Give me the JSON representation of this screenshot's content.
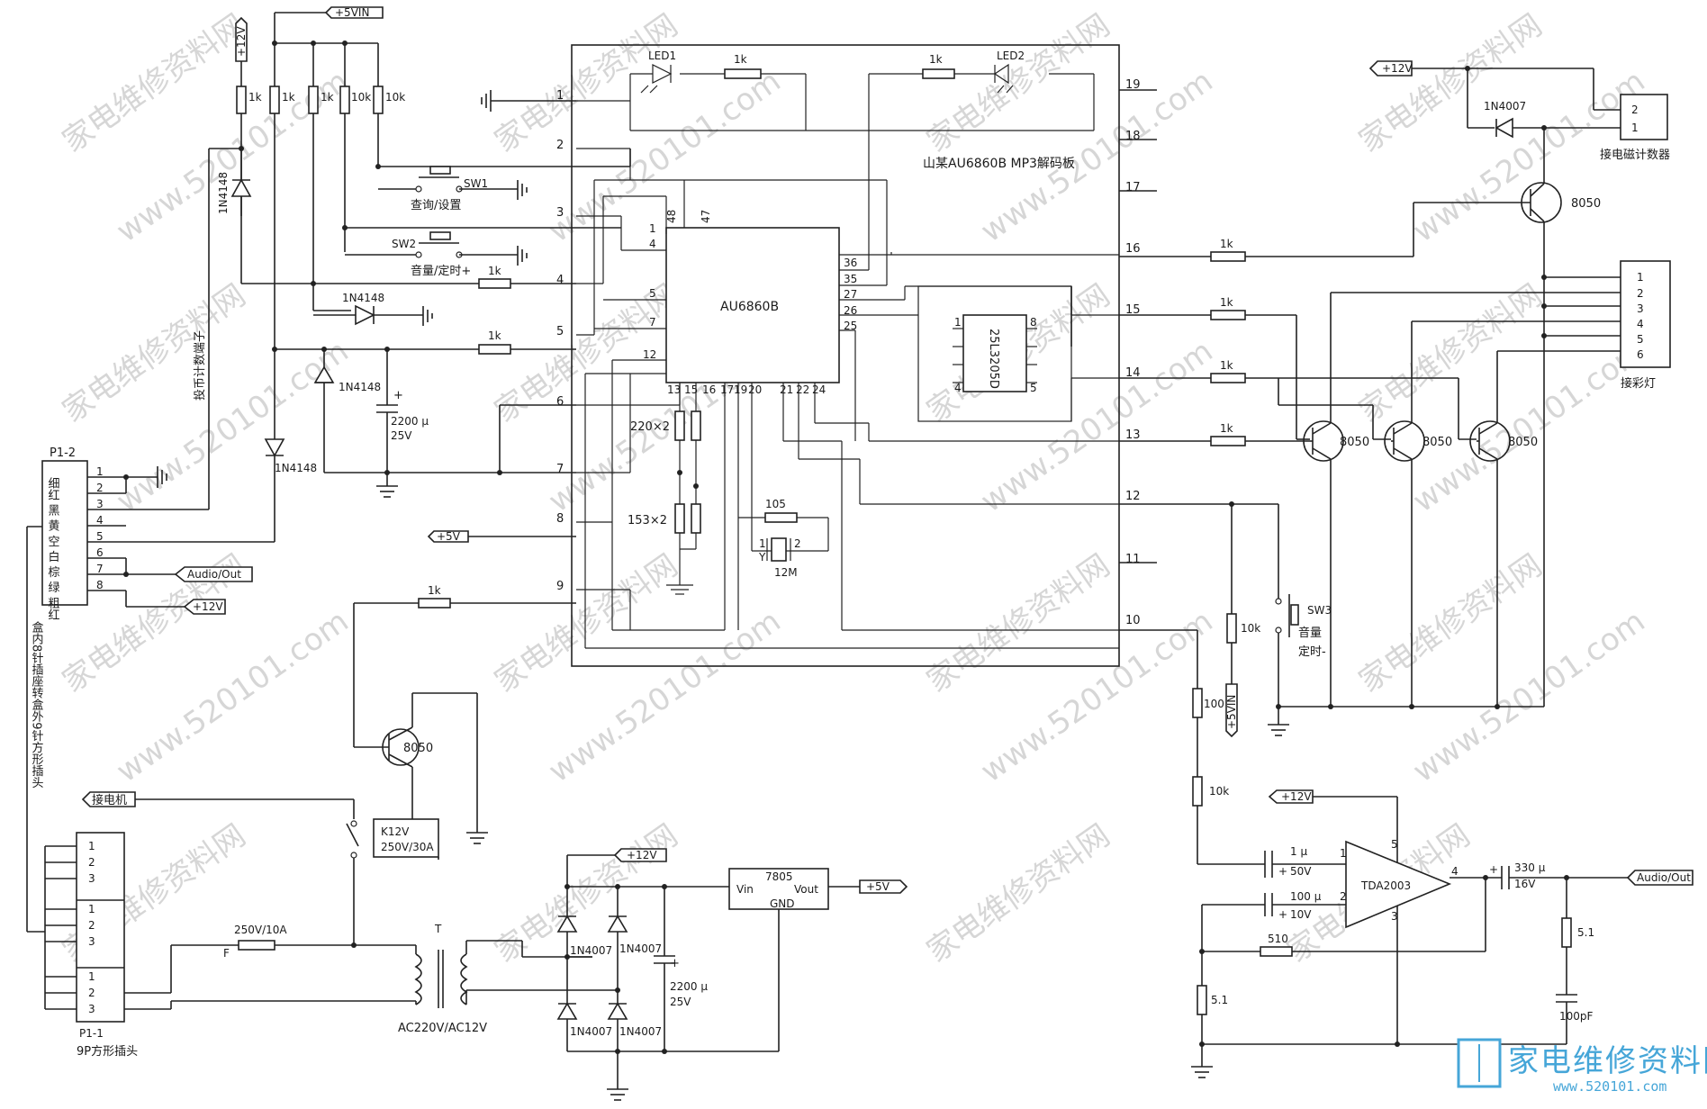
{
  "board": {
    "title": "山某AU6860B MP3解码板",
    "ic_label": "AU6860B",
    "ic_pins": {
      "p1": "1",
      "p48": "48",
      "p47": "47",
      "p4": "4",
      "p5": "5",
      "p7": "7",
      "p12": "12",
      "p13": "13",
      "p15": "15",
      "p16": "16",
      "p17": "17",
      "p19": "19",
      "p20": "20",
      "p21": "21",
      "p22": "22",
      "p24": "24",
      "p36": "36",
      "p35": "35",
      "p27": "27",
      "p26": "26",
      "p25": "25"
    },
    "edge_left": [
      "1",
      "2",
      "3",
      "4",
      "5",
      "6",
      "7",
      "8",
      "9"
    ],
    "edge_right": [
      "19",
      "18",
      "17",
      "16",
      "15",
      "14",
      "13",
      "12",
      "11",
      "10"
    ],
    "eeprom": {
      "label": "25L3205D",
      "p1": "1",
      "p4": "4",
      "p8": "8",
      "p5": "5"
    }
  },
  "labels": {
    "v5in_top": "+5VIN",
    "v12_top": "+12V",
    "r1k_a": "1k",
    "r1k_b": "1k",
    "r1k_c": "1k",
    "r10k_a": "10k",
    "r10k_b": "10k",
    "led1": "LED1",
    "led2": "LED2",
    "led1_r": "1k",
    "led2_r": "1k",
    "sw1": "SW1",
    "sw1_text": "查询/设置",
    "sw2": "SW2",
    "sw2_text": "音量/定时+",
    "sw2_r": "1k",
    "d_1n4148_a": "1N4148",
    "d_1n4148_b": "1N4148",
    "d_1n4148_c": "1N4148",
    "d_1n4148_d": "1N4148",
    "r5": "1k",
    "cap2200": "2200 μ",
    "cap2200v": "25V",
    "r220": "220×2",
    "r153": "153×2",
    "xtal_r": "105",
    "xtal": "12M",
    "xtal_y": "Y",
    "xtal_1": "1",
    "xtal_2": "2",
    "p5v_mid": "+5V",
    "r9": "1k",
    "coin_label": "投币计数端子",
    "p12_label": "P1-2",
    "p12_pins": [
      "1",
      "2",
      "3",
      "4",
      "5",
      "6",
      "7",
      "8"
    ],
    "p12_colors": "细红 黑 黄 空 白 棕 绿 粗红",
    "audio_out_left": "Audio/Out",
    "v12_left": "+12V",
    "harness_note": "盒内8针插座转盒外9针方形插头",
    "q_8050_left": "8050",
    "motor": "接电机",
    "relay": "K12V",
    "relay_rating": "250V/30A",
    "p11_pins": [
      "1",
      "2",
      "3",
      "1",
      "2",
      "3",
      "1",
      "2",
      "3"
    ],
    "p11_label": "P1-1",
    "plug_9p": "9P方形插头",
    "fuse": "250V/10A",
    "fuse_f": "F",
    "transformer_t": "T",
    "transformer": "AC220V/AC12V",
    "d4007": [
      "1N4007",
      "1N4007",
      "1N4007",
      "1N4007"
    ],
    "v12_psu": "+12V",
    "cap_psu": "2200 μ",
    "cap_psu_v": "25V",
    "reg": "7805",
    "reg_vin": "Vin",
    "reg_vout": "Vout",
    "reg_gnd": "GND",
    "v5_psu": "+5V",
    "v12_counter": "+12V",
    "d_1n4007_counter": "1N4007",
    "counter_pins": [
      "2",
      "1"
    ],
    "counter_label": "接电磁计数器",
    "q_counter": "8050",
    "r16": "1k",
    "r15": "1k",
    "r14": "1k",
    "r13": "1k",
    "lamp_pins": [
      "1",
      "2",
      "3",
      "4",
      "5",
      "6"
    ],
    "lamp_label": "接彩灯",
    "q_lamp": [
      "8050",
      "8050",
      "8050"
    ],
    "r10k_sw3": "10k",
    "v5in_sw3": "+5VIN",
    "sw3": "SW3",
    "sw3_text1": "音量",
    "sw3_text2": "定时-",
    "r100": "100",
    "r10k_amp": "10k",
    "v12_amp": "+12V",
    "c1u": "1 μ",
    "c1u_v": "50V",
    "c100u": "100 μ",
    "c100u_v": "10V",
    "amp": "TDA2003",
    "amp_p1": "1",
    "amp_p2": "2",
    "amp_p3": "3",
    "amp_p4": "4",
    "amp_p5": "5",
    "r510": "510",
    "r51_a": "5.1",
    "r51_b": "5.1",
    "c330": "330 μ",
    "c330_v": "16V",
    "c100pf": "100pF",
    "audio_out_right": "Audio/Out",
    "plus": "+"
  },
  "watermark": {
    "cn": "家电维修资料网",
    "url": "www.520101.com"
  },
  "logo": {
    "text": "家电维修资料网",
    "url": "www.520101.com"
  }
}
